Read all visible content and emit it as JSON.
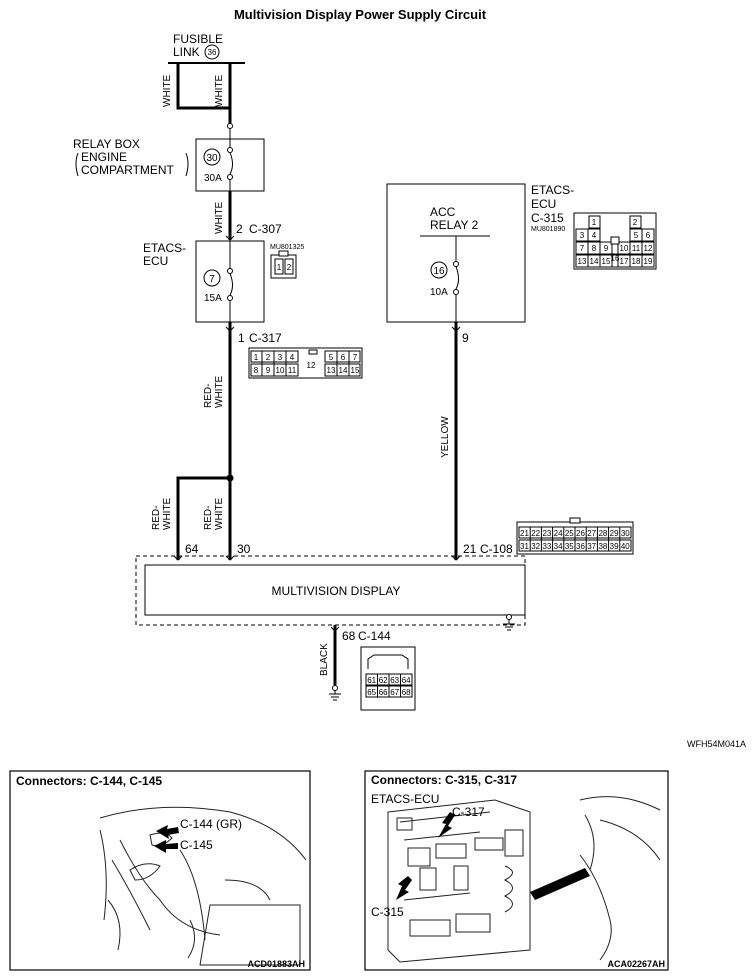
{
  "title": "Multivision Display Power Supply Circuit",
  "fusible_link": {
    "label_line1": "FUSIBLE",
    "label_line2": "LINK",
    "number": "36"
  },
  "wire_colors": {
    "white": "WHITE",
    "red_white_top": "RED-",
    "red_white_bottom": "WHITE",
    "yellow": "YELLOW",
    "black": "BLACK"
  },
  "relay_box": {
    "label_line1": "RELAY BOX",
    "label_line2": "ENGINE",
    "label_line3": "COMPARTMENT",
    "fuse_number": "30",
    "fuse_rating": "30A"
  },
  "etacs_left": {
    "label_line1": "ETACS-",
    "label_line2": "ECU",
    "fuse_number": "7",
    "fuse_rating": "15A",
    "part_no": "MU801325",
    "in_pin": "2",
    "in_connector": "C-307",
    "out_pin": "1",
    "out_connector": "C-317",
    "c307_pins": [
      "1",
      "2"
    ],
    "c317_top": [
      "1",
      "2",
      "3",
      "4",
      "5",
      "6",
      "7"
    ],
    "c317_bottom": [
      "8",
      "9",
      "10",
      "11",
      "13",
      "14",
      "15"
    ],
    "c317_center": "12"
  },
  "acc_relay": {
    "label_line1": "ACC",
    "label_line2": "RELAY 2",
    "fuse_number": "16",
    "fuse_rating": "10A",
    "out_pin": "9"
  },
  "etacs_right": {
    "label_line1": "ETACS-",
    "label_line2": "ECU",
    "connector": "C-315",
    "part_no": "MU801890",
    "pins": [
      "1",
      "2",
      "3",
      "4",
      "5",
      "6",
      "7",
      "8",
      "9",
      "10",
      "11",
      "12",
      "13",
      "14",
      "15",
      "16",
      "17",
      "18",
      "19"
    ]
  },
  "multivision": {
    "label": "MULTIVISION DISPLAY",
    "pin_64": "64",
    "pin_30": "30",
    "pin_21": "21",
    "connector_c108": "C-108",
    "pin_68": "68",
    "connector_c144": "C-144",
    "c108_top": [
      "21",
      "22",
      "23",
      "24",
      "25",
      "26",
      "27",
      "28",
      "29",
      "30"
    ],
    "c108_bottom": [
      "31",
      "32",
      "33",
      "34",
      "35",
      "36",
      "37",
      "38",
      "39",
      "40"
    ],
    "c144_top": [
      "61",
      "62",
      "63",
      "64"
    ],
    "c144_bottom": [
      "65",
      "66",
      "67",
      "68"
    ]
  },
  "diagram_code": "WFH54M041A",
  "panel_left": {
    "title": "Connectors: C-144, C-145",
    "callout_1": "C-144 (GR)",
    "callout_2": "C-145",
    "code": "ACD01883AH"
  },
  "panel_right": {
    "title": "Connectors: C-315, C-317",
    "label_ecu": "ETACS-ECU",
    "callout_1": "C-317",
    "callout_2": "C-315",
    "code": "ACA02267AH"
  }
}
